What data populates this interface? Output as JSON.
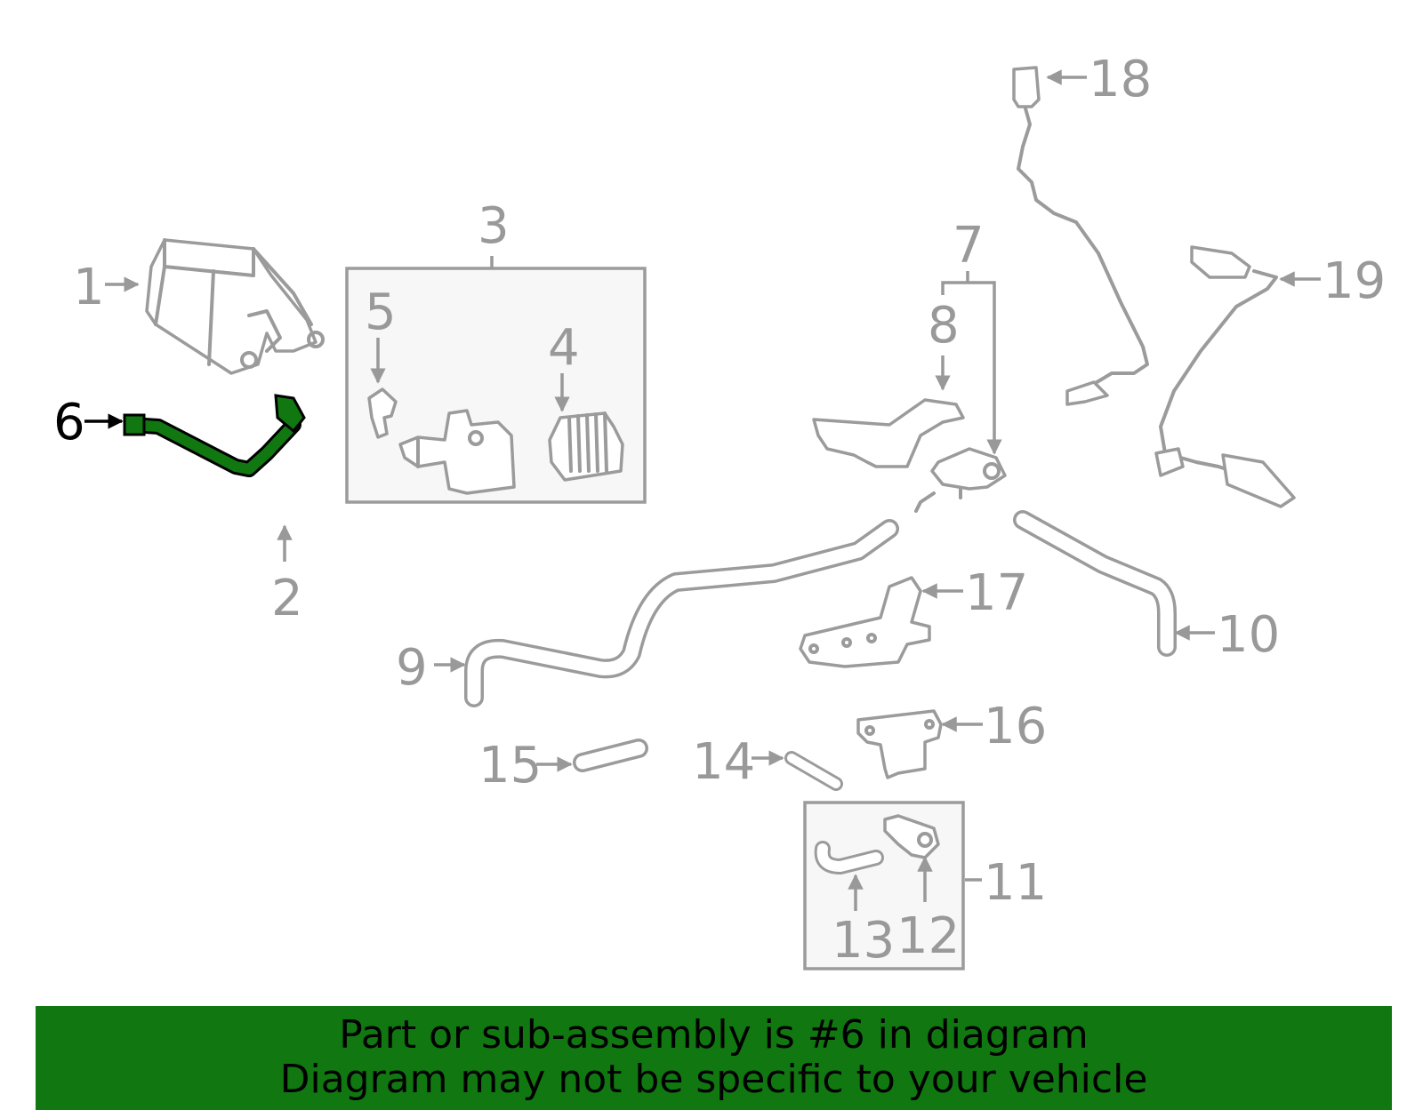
{
  "diagram": {
    "highlight_color": "#117711",
    "callouts": [
      "1",
      "2",
      "3",
      "4",
      "5",
      "6",
      "7",
      "8",
      "9",
      "10",
      "11",
      "12",
      "13",
      "14",
      "15",
      "16",
      "17",
      "18",
      "19"
    ],
    "selected_callout": "6"
  },
  "banner": {
    "line1": "Part or sub-assembly is #6 in diagram",
    "line2": "Diagram may not be specific to your vehicle",
    "background": "#117711"
  }
}
